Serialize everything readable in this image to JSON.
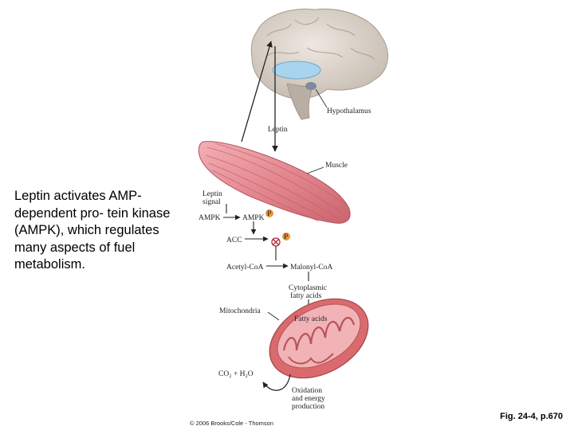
{
  "caption": "Leptin activates AMP-dependent pro- tein kinase (AMPK), which regulates many aspects of fuel metabolism.",
  "figure_ref": "Fig. 24-4, p.670",
  "copyright": "© 2006 Brooks/Cole - Thomson",
  "labels": {
    "hypothalamus": "Hypothalamus",
    "leptin": "Leptin",
    "muscle": "Muscle",
    "leptin_signal_1": "Leptin",
    "leptin_signal_2": "signal",
    "ampk_left": "AMPK",
    "ampk_right": "AMPK",
    "phosphate": "P",
    "acc": "ACC",
    "acetyl_coa": "Acetyl-CoA",
    "malonyl_coa": "Malonyl-CoA",
    "cytoplasmic_1": "Cytoplasmic",
    "cytoplasmic_2": "fatty acids",
    "mitochondria": "Mitochondria",
    "fatty_acids": "Fatty acids",
    "co2_h2o": "CO₂ + H₂O",
    "oxidation_1": "Oxidation",
    "oxidation_2": "and energy",
    "oxidation_3": "production"
  },
  "colors": {
    "brain": "#ddd5cc",
    "hypothalamus": "#a9d4ee",
    "muscle": "#e3878f",
    "mitochondria": "#d96a6e",
    "phosphate": "#e8963c",
    "arrow": "#222222"
  }
}
